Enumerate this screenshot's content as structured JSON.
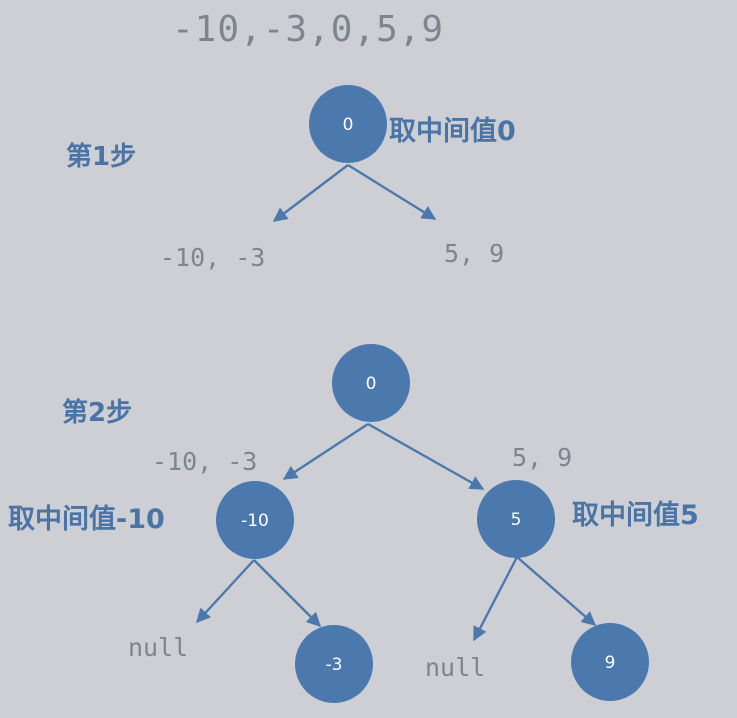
{
  "title": "-10,-3,0,5,9",
  "steps": {
    "step1_label": "第1步",
    "step2_label": "第2步"
  },
  "annotations": {
    "take_mid_0": "取中间值0",
    "take_mid_minus10": "取中间值-10",
    "take_mid_5": "取中间值5"
  },
  "step1": {
    "root": "0",
    "left_subarray": "-10, -3",
    "right_subarray": "5, 9"
  },
  "step2": {
    "root": "0",
    "left_subarray": "-10, -3",
    "right_subarray": "5, 9",
    "left_child": "-10",
    "right_child": "5",
    "left_left": "null",
    "left_right": "-3",
    "right_left": "null",
    "right_right": "9"
  },
  "colors": {
    "node_fill": "#4b79ad",
    "label_blue": "#4a74a6",
    "text_gray": "#7d8590",
    "background": "#cdcfd4"
  }
}
